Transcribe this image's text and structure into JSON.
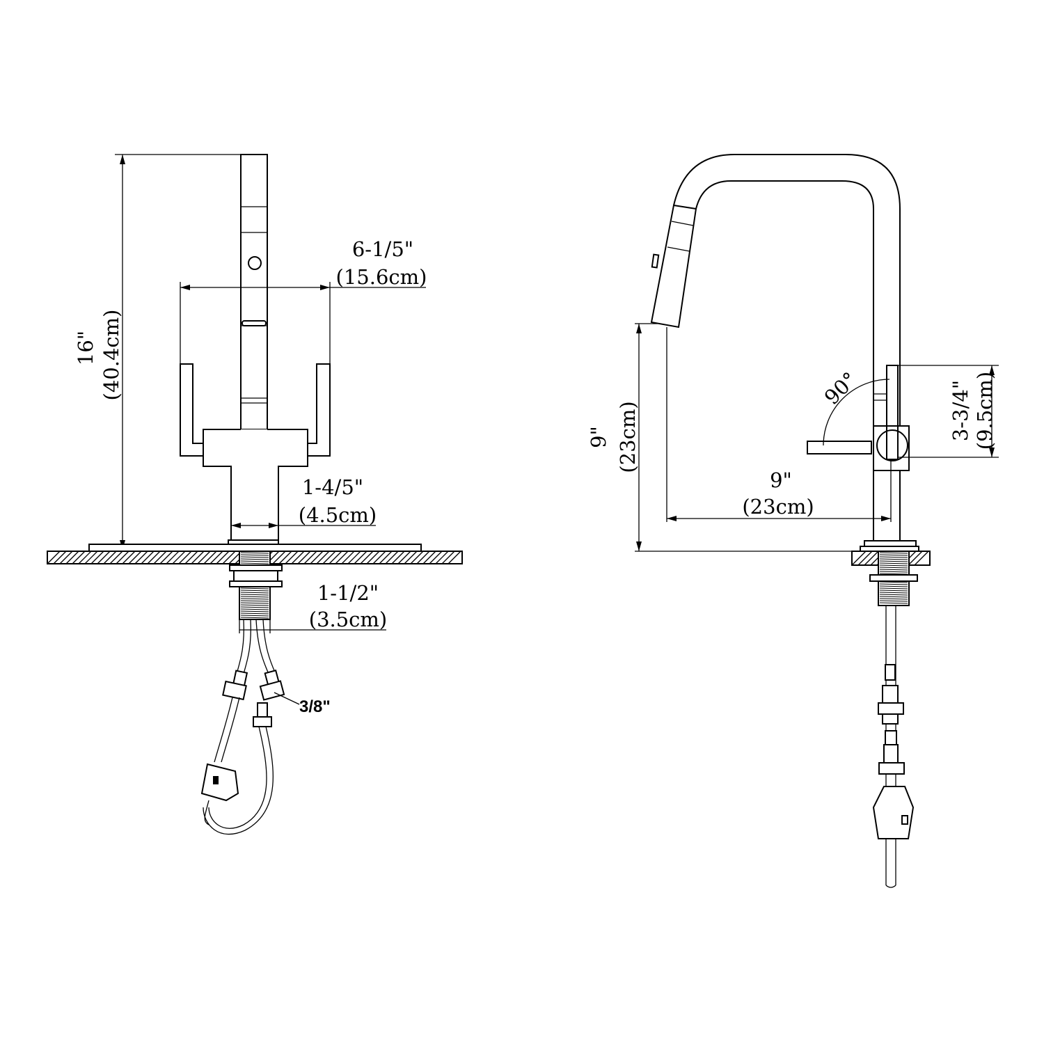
{
  "front_view": {
    "height_in": "16\"",
    "height_cm": "(40.4cm)",
    "handle_span_in": "6-1/5\"",
    "handle_span_cm": "(15.6cm)",
    "base_width_in": "1-4/5\"",
    "base_width_cm": "(4.5cm)",
    "shank_in": "1-1/2\"",
    "shank_cm": "(3.5cm)",
    "supply_size": "3/8\""
  },
  "side_view": {
    "spout_height_in": "9\"",
    "spout_height_cm": "(23cm)",
    "reach_in": "9\"",
    "reach_cm": "(23cm)",
    "rotation": "90°",
    "handle_height_in": "3-3/4\"",
    "handle_height_cm": "(9.5cm)"
  },
  "colors": {
    "line": "#000000",
    "background": "#ffffff"
  }
}
